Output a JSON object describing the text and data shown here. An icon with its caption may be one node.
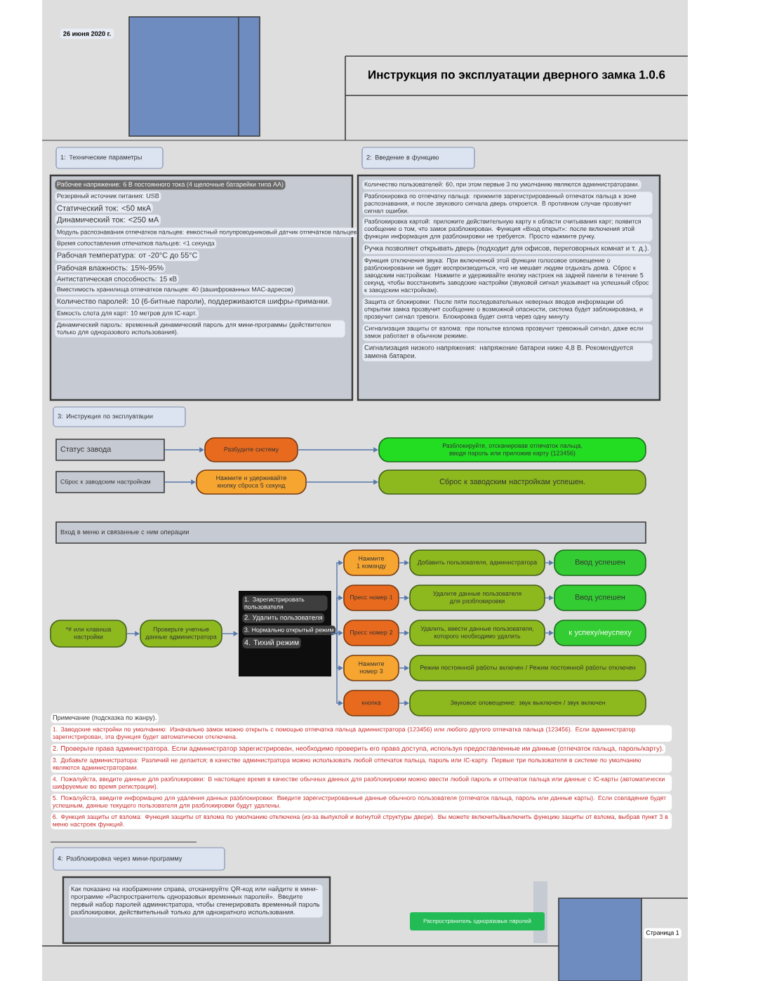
{
  "diagram": {
    "title": "Инструкция по эксплуатации дверного замка 1.0.6",
    "nodes": [
      {
        "text": [
          "1: Технические параметры"
        ]
      },
      {
        "text": [
          "Рабочее напряжение: 6 В постоянного тока (4 щелочные батарейки типа АА)",
          "Резервный источник питания: USB",
          "Статический ток: <50 мкА",
          "Динамический ток: <250 мА",
          "Модуль распознавания отпечатков пальцев: емкостный полупроводниковый датчик отпечатков пальцев",
          "Время сопоставления отпечатков пальцев: <1 секунда",
          "Рабочая температура: от -20°C до 55°C",
          "Рабочая влажность: 15%-95%",
          "Антистатическая способность: 15 кВ",
          "Вместимость хранилища отпечатков пальцев: 40 (зашифрованных MAC-адресов)",
          "Количество паролей: 10 (6-битные пароли), поддерживаются шифры-приманки.",
          "Емкость слота для карт: 10 метров для IC-карт.",
          "Динамический пароль: временный динамический пароль для мини-программы (действителен только для одноразового использования)."
        ]
      },
      {
        "text": [
          "2: Введение в функцию"
        ]
      },
      {
        "text": [
          "Количество пользователей: 60, при этом первые 3 по умолчанию являются администраторами.",
          "Разблокировка по отпечатку пальца: прижмите зарегистрированный отпечаток пальца к зоне распознавания, и после звукового сигнала дверь откроется. В противном случае прозвучит сигнал ошибки.",
          "Разблокировка картой: приложите действительную карту к области считывания карт; появится сообщение о том, что замок разблокирован. Функция «Вход открыт»: после включения этой функции информация для разблокировки не требуется. Просто нажмите ручку.",
          "Ручка позволяет открывать дверь (подходит для офисов, переговорных комнат и т. д.).",
          "Функция отключения звука: При включенной этой функции голосовое оповещение о разблокировании не будет воспроизводиться, что не мешает людям отдыхать дома. Сброс к заводским настройкам: Нажмите и удерживайте кнопку настроек на задней панели в течение 5 секунд, чтобы восстановить заводские настройки (звуковой сигнал указывает на успешный сброс к заводским настройкам).",
          "Защита от блокировки: После пяти последовательных неверных вводов информации об открытии замка прозвучит сообщение о возможной опасности, система будет заблокирована, и прозвучит сигнал тревоги. Блокировка будет снята через одну минуту.",
          "Сигнализация защиты от взлома: при попытке взлома прозвучит тревожный сигнал, даже если замок работает в обычном режиме.",
          "Сигнализация низкого напряжения: напряжение батареи ниже 4,8 В. Рекомендуется замена батареи."
        ]
      },
      {
        "text": [
          "3: Инструкция по эксплуатации"
        ]
      },
      {
        "text": [
          "Статус завода"
        ]
      },
      {
        "text": [
          "Разбудите систему"
        ]
      },
      {
        "text": [
          "Разблокируйте, отсканировав отпечаток пальца, введя пароль или приложив карту (123456)"
        ]
      },
      {
        "text": [
          "Сброс к заводским настройкам"
        ]
      },
      {
        "text": [
          "Нажмите и удерживайте кнопку сброса 5 секунд"
        ]
      },
      {
        "text": [
          "Сброс к заводским настройкам успешен."
        ]
      },
      {
        "text": [
          "Вход в меню и связанные с ним операции"
        ]
      },
      {
        "text": [
          "*# или клавиша настройки"
        ]
      },
      {
        "text": [
          "Проверьте учетные данные администратора"
        ]
      },
      {
        "text": [
          "1. Зарегистрировать пользователя",
          "2. Удалить пользователя",
          "3. Нормально открытый режим",
          "4. Тихий режим"
        ]
      },
      {
        "text": [
          "Нажмите 1 команду"
        ]
      },
      {
        "text": [
          "Пресс номер 1"
        ]
      },
      {
        "text": [
          "Пресс номер 2"
        ]
      },
      {
        "text": [
          "Нажмите номер 3"
        ]
      },
      {
        "text": [
          "кнопка"
        ]
      },
      {
        "text": [
          "Добавить пользователя, администратора"
        ]
      },
      {
        "text": [
          "Удалите данные пользователя для разблокировки"
        ]
      },
      {
        "text": [
          "Удалить, ввести данные пользователя, которого необходимо удалить"
        ]
      },
      {
        "text": [
          "Режим постоянной работы включен / Режим постоянной работы отключен"
        ]
      },
      {
        "text": [
          "Звуковое оповещение: звук выключен / звук включен"
        ]
      },
      {
        "text": [
          "Ввод успешен"
        ]
      },
      {
        "text": [
          "Ввод успешен"
        ]
      },
      {
        "text": [
          "к успеху/неуспеху"
        ]
      },
      {
        "text": [
          "4: Разблокировка через мини-программу"
        ]
      },
      {
        "text": [
          "Как показано на изображении справа, отсканируйте QR-код или найдите в мини-программе «Распространитель одноразовых временных паролей». Введите первый набор паролей администратора, чтобы сгенерировать временный пароль разблокировки, действительный только для однократного использования."
        ]
      },
      {
        "text": [
          "Распространитель одноразовых паролей"
        ]
      }
    ],
    "edges": [
      {
        "from": 5,
        "to": 6,
        "arrow": "to"
      },
      {
        "from": 6,
        "to": 7,
        "arrow": "to"
      },
      {
        "from": 8,
        "to": 9,
        "arrow": "to"
      },
      {
        "from": 9,
        "to": 10,
        "arrow": "to"
      },
      {
        "from": 12,
        "to": 13,
        "arrow": "to"
      },
      {
        "from": 13,
        "to": 14,
        "arrow": "to"
      },
      {
        "from": 14,
        "to": 15,
        "arrow": "to"
      },
      {
        "from": 14,
        "to": 16,
        "arrow": "to"
      },
      {
        "from": 14,
        "to": 17,
        "arrow": "to"
      },
      {
        "from": 14,
        "to": 18,
        "arrow": "to"
      },
      {
        "from": 14,
        "to": 19,
        "arrow": "to"
      },
      {
        "from": 15,
        "to": 20,
        "arrow": "to"
      },
      {
        "from": 16,
        "to": 21,
        "arrow": "to"
      },
      {
        "from": 17,
        "to": 22,
        "arrow": "to"
      },
      {
        "from": 18,
        "to": 23,
        "arrow": "to"
      },
      {
        "from": 19,
        "to": 24,
        "arrow": "to"
      },
      {
        "from": 20,
        "to": 25,
        "arrow": "to"
      },
      {
        "from": 21,
        "to": 26,
        "arrow": "to"
      },
      {
        "from": 22,
        "to": 27,
        "arrow": "to"
      }
    ],
    "labels": [
      "26 июня 2020 г.",
      "Примечание (подсказка по жанру).",
      "1. Заводские настройки по умолчанию: Изначально замок можно открыть с помощью отпечатка пальца администратора (123456) или любого другого отпечатка пальца (123456). Если администратор зарегистрирован, эта функция будет автоматически отключена.",
      "2. Проверьте права администратора. Если администратор зарегистрирован, необходимо проверить его права доступа, используя предоставленные им данные (отпечаток пальца, пароль/карту).",
      "3. Добавьте администратора: Различий не делается; в качестве администратора можно использовать любой отпечаток пальца, пароль или IC-карту. Первые три пользователя в системе по умолчанию являются администраторами.",
      "4. Пожалуйста, введите данные для разблокировки: В настоящее время в качестве обычных данных для разблокировки можно ввести любой пароль и отпечаток пальца или данные с IC-карты (автоматически шифруемые во время регистрации).",
      "5. Пожалуйста, введите информацию для удаления данных разблокировки: Введите зарегистрированные данные обычного пользователя (отпечаток пальца, пароль или данные карты). Если совпадение будет успешным, данные текущего пользователя для разблокировки будут удалены.",
      "6. Функция защиты от взлома: Функция защиты от взлома по умолчанию отключена (из-за выпуклой и вогнутой структуры двери). Вы можете включить/выключить функцию защиты от взлома, выбрав пункт 3 в меню настроек функций.",
      "Страница 1"
    ]
  }
}
